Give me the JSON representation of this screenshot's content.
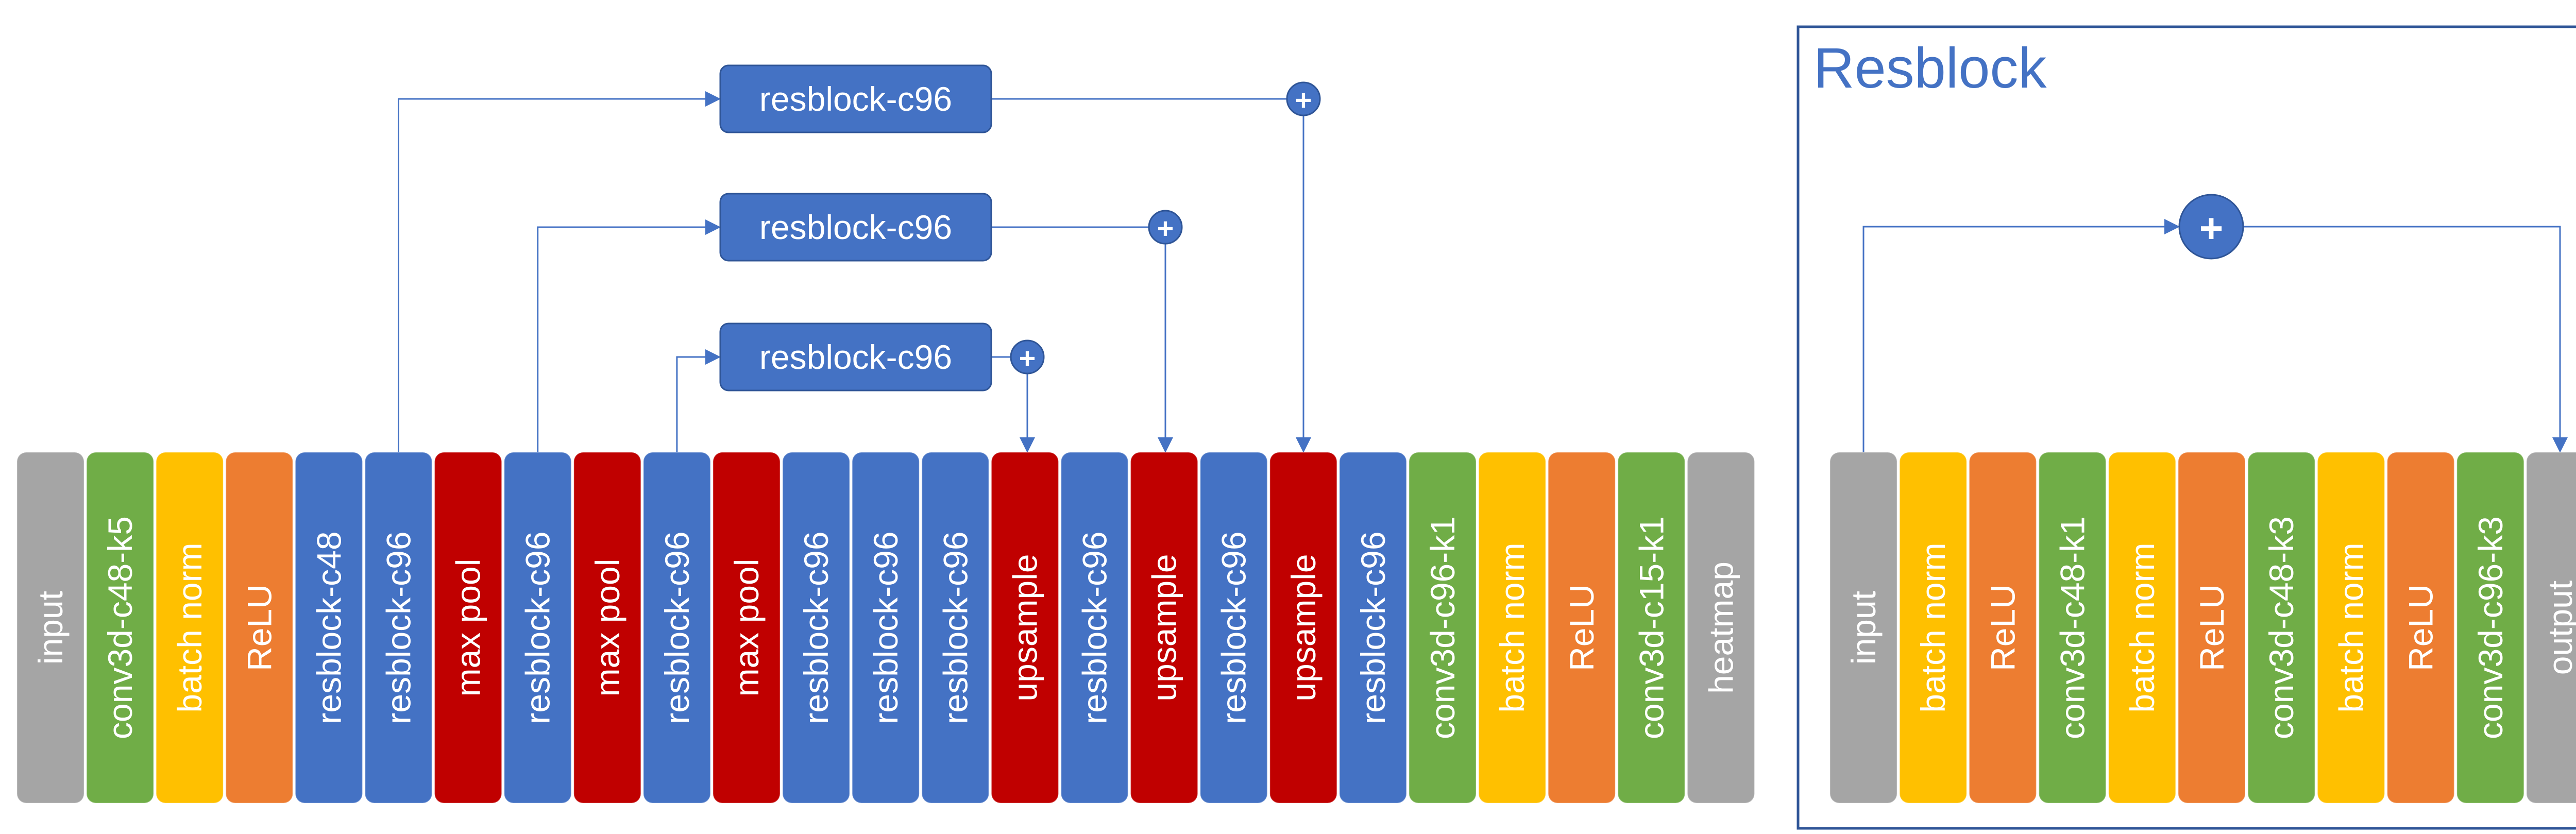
{
  "colors": {
    "gray": "#a5a5a5",
    "green": "#70ad47",
    "yellow": "#ffc000",
    "orange": "#ed7d31",
    "blue": "#4472c4",
    "red": "#c00000",
    "line": "#4472c4",
    "stroke_blue": "#2f5597"
  },
  "main": {
    "layers": [
      {
        "label": "input",
        "color": "gray"
      },
      {
        "label": "conv3d-c48-k5",
        "color": "green"
      },
      {
        "label": "batch norm",
        "color": "yellow"
      },
      {
        "label": "ReLU",
        "color": "orange"
      },
      {
        "label": "resblock-c48",
        "color": "blue"
      },
      {
        "label": "resblock-c96",
        "color": "blue"
      },
      {
        "label": "max pool",
        "color": "red"
      },
      {
        "label": "resblock-c96",
        "color": "blue"
      },
      {
        "label": "max pool",
        "color": "red"
      },
      {
        "label": "resblock-c96",
        "color": "blue"
      },
      {
        "label": "max pool",
        "color": "red"
      },
      {
        "label": "resblock-c96",
        "color": "blue"
      },
      {
        "label": "resblock-c96",
        "color": "blue"
      },
      {
        "label": "resblock-c96",
        "color": "blue"
      },
      {
        "label": "upsample",
        "color": "red"
      },
      {
        "label": "resblock-c96",
        "color": "blue"
      },
      {
        "label": "upsample",
        "color": "red"
      },
      {
        "label": "resblock-c96",
        "color": "blue"
      },
      {
        "label": "upsample",
        "color": "red"
      },
      {
        "label": "resblock-c96",
        "color": "blue"
      },
      {
        "label": "conv3d-c96-k1",
        "color": "green"
      },
      {
        "label": "batch norm",
        "color": "yellow"
      },
      {
        "label": "ReLU",
        "color": "orange"
      },
      {
        "label": "conv3d-c15-k1",
        "color": "green"
      },
      {
        "label": "heatmap",
        "color": "gray"
      }
    ],
    "skip_blocks": [
      {
        "label": "resblock-c96"
      },
      {
        "label": "resblock-c96"
      },
      {
        "label": "resblock-c96"
      }
    ],
    "plus_symbol": "+"
  },
  "resblock_panel": {
    "title": "Resblock",
    "layers": [
      {
        "label": "input",
        "color": "gray"
      },
      {
        "label": "batch norm",
        "color": "yellow"
      },
      {
        "label": "ReLU",
        "color": "orange"
      },
      {
        "label": "conv3d-c48-k1",
        "color": "green"
      },
      {
        "label": "batch norm",
        "color": "yellow"
      },
      {
        "label": "ReLU",
        "color": "orange"
      },
      {
        "label": "conv3d-c48-k3",
        "color": "green"
      },
      {
        "label": "batch norm",
        "color": "yellow"
      },
      {
        "label": "ReLU",
        "color": "orange"
      },
      {
        "label": "conv3d-c96-k3",
        "color": "green"
      },
      {
        "label": "output",
        "color": "gray"
      }
    ],
    "plus_symbol": "+"
  }
}
